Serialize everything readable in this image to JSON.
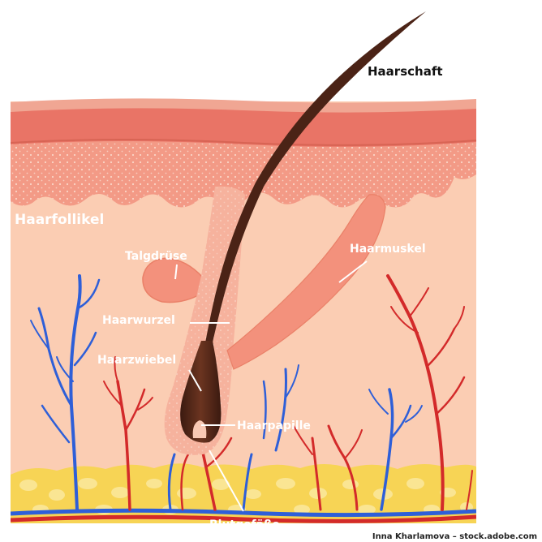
{
  "labels": {
    "haarschaft": "Haarschaft",
    "haarfollikel": "Haarfollikel",
    "talgdruese": "Talgdrüse",
    "haarmuskel": "Haarmuskel",
    "haarwurzel": "Haarwurzel",
    "haarzwiebel": "Haarzwiebel",
    "haarpapille": "Haarpapille",
    "blutgefaesse": "Blutgefäße"
  },
  "credit": "Inna Kharlamova – stock.adobe.com",
  "colors": {
    "epidermis": "#e97466",
    "epidermis_top": "#f0a693",
    "dermis_upper": "#f39a86",
    "dermis": "#fbcdb3",
    "fat": "#f7d455",
    "muscle": "#f3917c",
    "hair": "#4b2316",
    "vein": "#2e5fd8",
    "artery": "#d32a2a"
  }
}
